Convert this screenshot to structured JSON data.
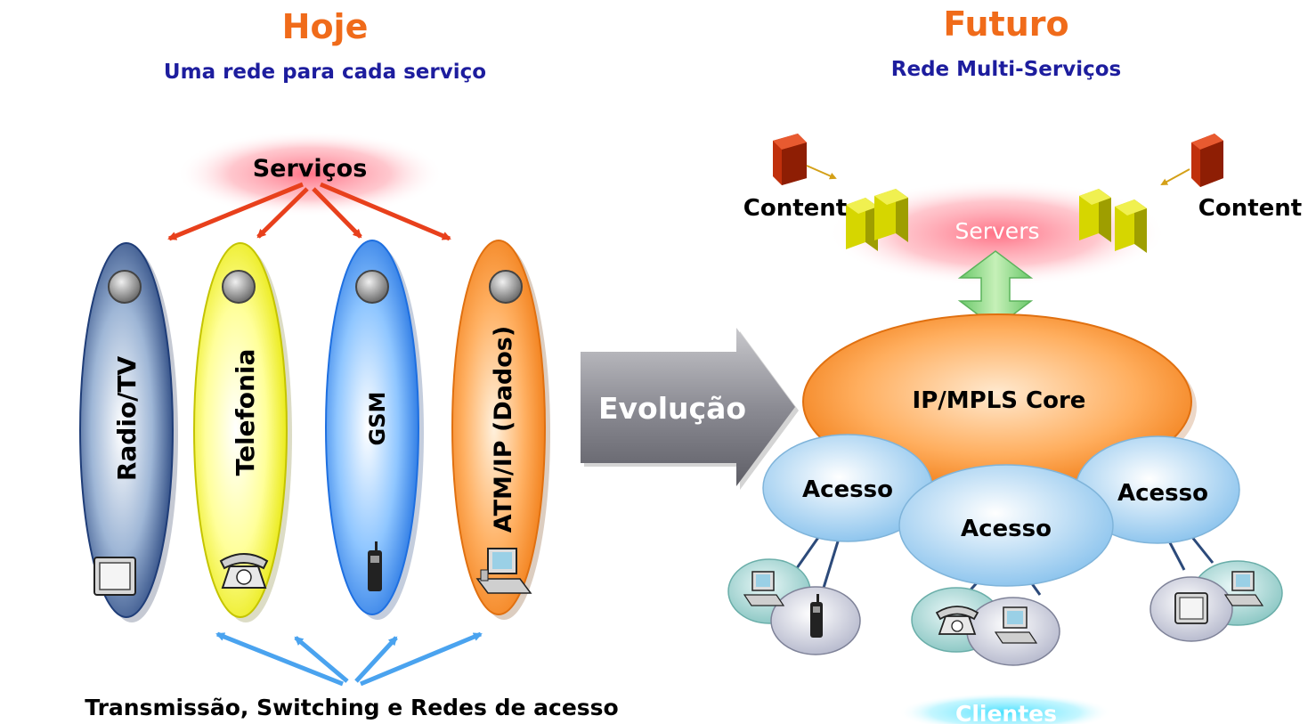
{
  "left": {
    "title": "Hoje",
    "subtitle": "Uma rede para cada serviço",
    "services_label": "Serviços",
    "networks": [
      "Radio/TV",
      "Telefonia",
      "GSM",
      "ATM/IP (Dados)"
    ],
    "bottom_label": "Transmissão, Switching e Redes de acesso"
  },
  "middle": {
    "arrow_label": "Evolução"
  },
  "right": {
    "title": "Futuro",
    "subtitle": "Rede Multi-Serviços",
    "content_left": "Content",
    "content_right": "Content",
    "servers_label": "Servers",
    "core_label": "IP/MPLS Core",
    "access": [
      "Acesso",
      "Acesso",
      "Acesso"
    ],
    "clients_label": "Clientes"
  },
  "colors": {
    "title_orange": "#f06b1a",
    "subtitle_blue": "#1d1d9e",
    "service_arrow": "#e8401c",
    "transport_arrow": "#4aa3ef",
    "core_orange": "#f58a2a",
    "access_blue": "#a9d3f2"
  }
}
